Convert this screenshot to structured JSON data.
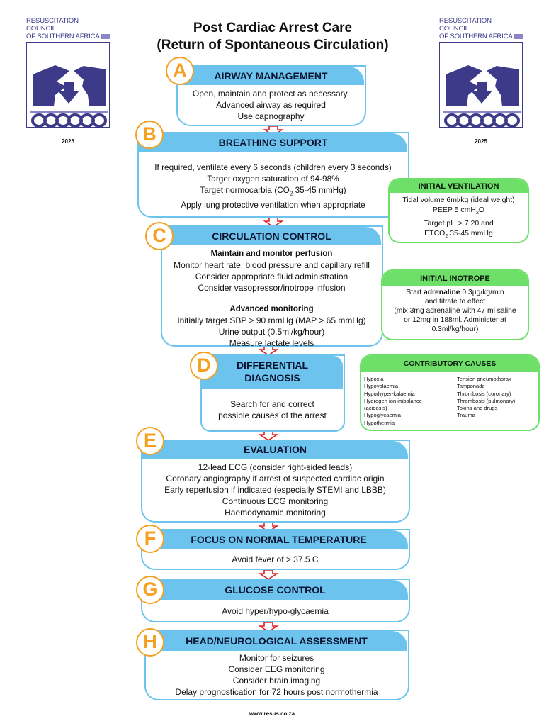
{
  "logo": {
    "line1": "RESUSCITATION COUNCIL",
    "line2": "OF SOUTHERN AFRICA",
    "year": "2025"
  },
  "title": {
    "line1": "Post Cardiac Arrest Care",
    "line2": "(Return of Spontaneous Circulation)"
  },
  "sections": {
    "a": {
      "letter": "A",
      "heading": "AIRWAY MANAGEMENT",
      "lines": [
        "Open, maintain and protect as necessary.",
        "Advanced airway as required",
        "Use capnography"
      ]
    },
    "b": {
      "letter": "B",
      "heading": "BREATHING SUPPORT",
      "lines": [
        "If required, ventilate every 6 seconds (children every 3 seconds)",
        "Target oxygen saturation of 94-98%",
        "Target normocarbia (CO",
        "2",
        " 35-45 mmHg)",
        "Apply lung protective ventilation when appropriate"
      ]
    },
    "c": {
      "letter": "C",
      "heading": "CIRCULATION CONTROL",
      "sub1": "Maintain and monitor perfusion",
      "lines1": [
        "Monitor heart rate, blood pressure and capillary refill",
        "Consider appropriate fluid administration",
        "Consider vasopressor/inotrope infusion"
      ],
      "sub2": "Advanced monitoring",
      "lines2": [
        "Initially target SBP > 90 mmHg (MAP > 65 mmHg)",
        "Urine output (0.5ml/kg/hour)",
        "Measure lactate levels"
      ]
    },
    "d": {
      "letter": "D",
      "heading1": "DIFFERENTIAL",
      "heading2": "DIAGNOSIS",
      "lines": [
        "Search for and correct",
        "possible causes of the arrest"
      ]
    },
    "e": {
      "letter": "E",
      "heading": "EVALUATION",
      "lines": [
        "12-lead ECG (consider right-sided leads)",
        "Coronary angiography if arrest of suspected cardiac origin",
        "Early reperfusion if indicated (especially STEMI and LBBB)",
        "Continuous ECG monitoring",
        "Haemodynamic monitoring"
      ]
    },
    "f": {
      "letter": "F",
      "heading": "FOCUS ON NORMAL TEMPERATURE",
      "lines": [
        "Avoid fever of > 37.5  C"
      ]
    },
    "g": {
      "letter": "G",
      "heading": "GLUCOSE CONTROL",
      "lines": [
        "Avoid hyper/hypo-glycaemia"
      ]
    },
    "h": {
      "letter": "H",
      "heading": "HEAD/NEUROLOGICAL ASSESSMENT",
      "lines": [
        "Monitor for seizures",
        "Consider EEG monitoring",
        "Consider brain imaging",
        "Delay prognostication for 72 hours post normothermia"
      ]
    }
  },
  "ventilation": {
    "heading": "INITIAL VENTILATION",
    "line1": "Tidal volume 6ml/kg (ideal weight)",
    "line2a": "PEEP   5 cmH",
    "line2sub": "2",
    "line2b": "O",
    "line3": "Target pH > 7.20 and",
    "line4a": "ETCO",
    "line4sub": "2",
    "line4b": " 35-45 mmHg"
  },
  "inotrope": {
    "heading": "INITIAL INOTROPE",
    "line1a": "Start ",
    "line1b": "adrenaline",
    "line1c": " 0.3µg/kg/min",
    "line2": "and titrate to effect",
    "line3": "(mix 3mg adrenaline with 47 ml saline",
    "line4": "or 12mg in 188ml.  Administer at",
    "line5": "0.3ml/kg/hour)"
  },
  "causes": {
    "heading": "CONTRIBUTORY CAUSES",
    "left": [
      "Hypoxia",
      "Hypovolaemia",
      "Hypo/hyper-kalaemia",
      "Hydrogen ion imbalance (acidosis)",
      "Hypoglycaemia",
      "Hypothermia"
    ],
    "right": [
      "Tension pneumothorax",
      "Tamponade",
      "Thrombosis (coronary)",
      "Thrombosis (pulmonary)",
      "Toxins and drugs",
      "Trauma"
    ]
  },
  "colors": {
    "section_blue": "#6cc4ee",
    "letter_orange": "#f5a020",
    "green": "#6ee06a",
    "arrow_red": "#e02020",
    "logo_navy": "#3d3a8a"
  },
  "footer": "www.resus.co.za"
}
